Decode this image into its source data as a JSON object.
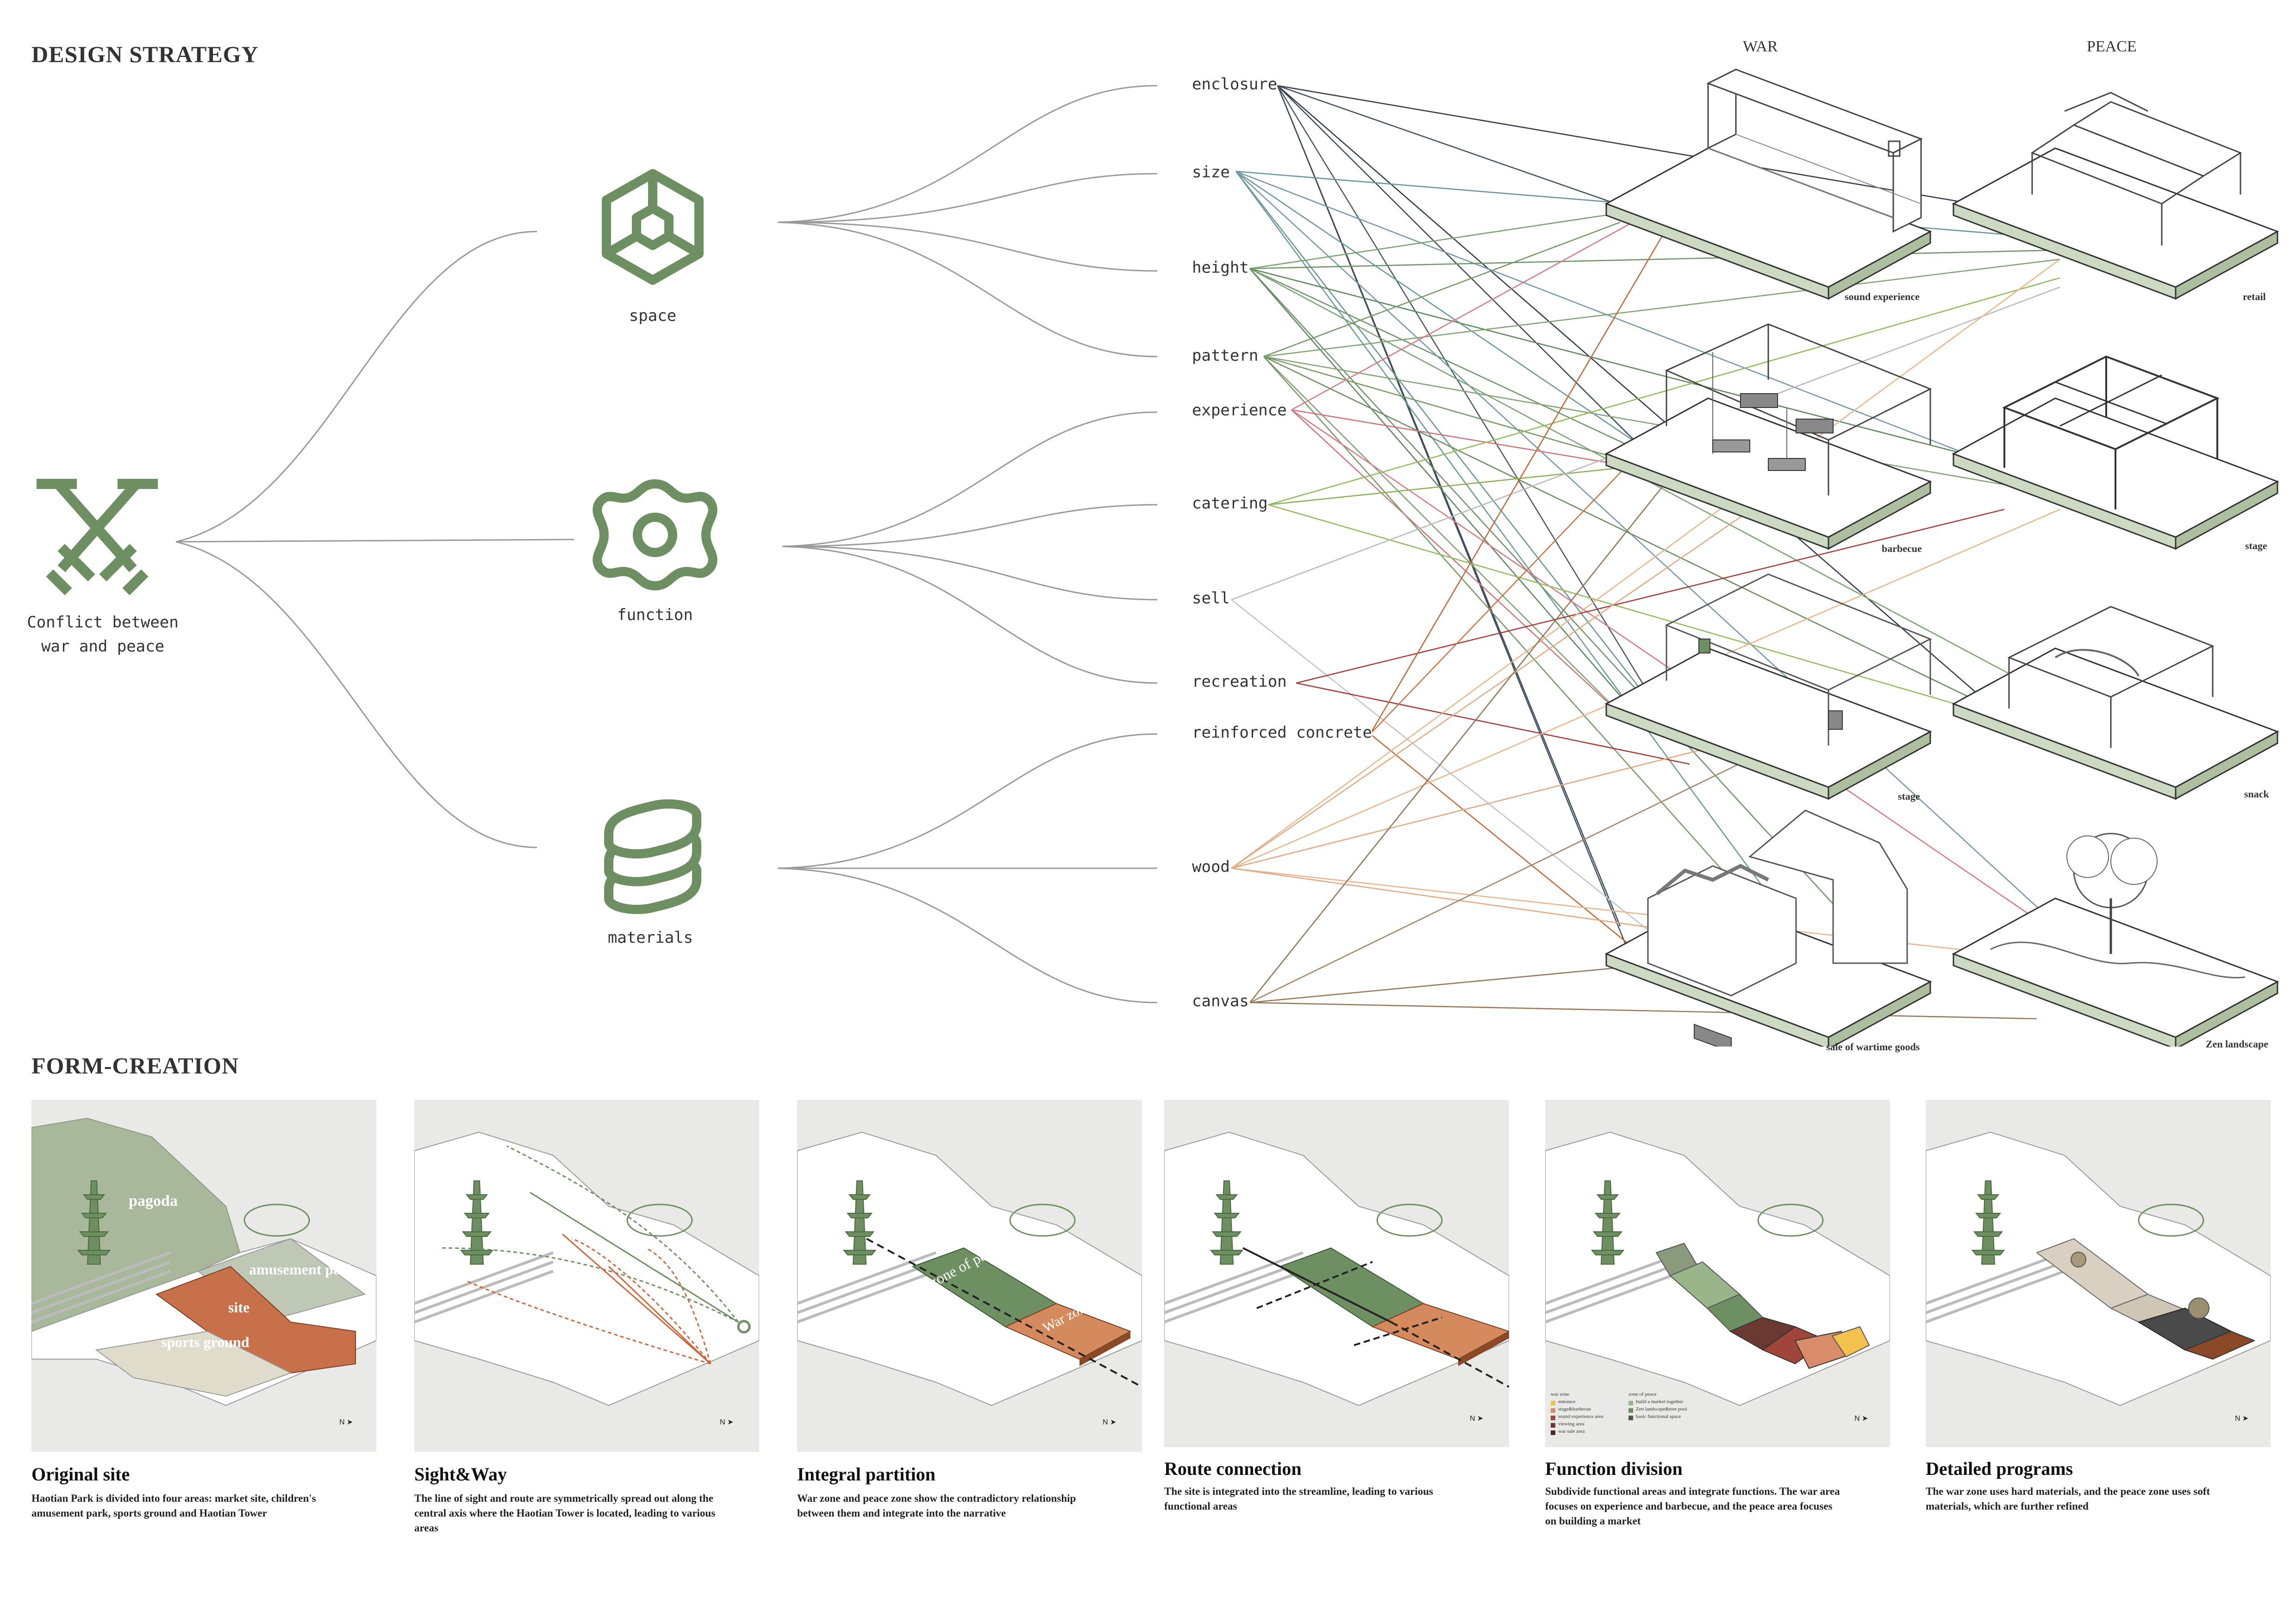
{
  "design_strategy": {
    "title": "DESIGN STRATEGY",
    "root_label_line1": "Conflict between",
    "root_label_line2": "war and peace",
    "categories": [
      {
        "label": "space",
        "icon": "hexagon-cube-icon"
      },
      {
        "label": "function",
        "icon": "gear-icon"
      },
      {
        "label": "materials",
        "icon": "layers-icon"
      }
    ],
    "attributes": [
      "enclosure",
      "size",
      "height",
      "pattern",
      "experience",
      "catering",
      "sell",
      "recreation",
      "reinforced concrete",
      "wood",
      "canvas"
    ],
    "war_header": "WAR",
    "peace_header": "PEACE",
    "war_programs": [
      "sound experience",
      "barbecue",
      "stage",
      "sale of wartime goods"
    ],
    "peace_programs": [
      "retail",
      "stage",
      "snack",
      "Zen landscape"
    ],
    "colors": {
      "accent_green": "#6e8f62",
      "war_orange": "#c9693f",
      "line_gray": "#8c8c8c"
    }
  },
  "form_creation": {
    "title": "FORM-CREATION",
    "panels": [
      {
        "title": "Original site",
        "desc_line1": "Haotian Park is divided into four areas: market site, children's",
        "desc_line2": "amusement park, sports ground and Haotian Tower",
        "desc_line3": "",
        "labels": [
          "pagoda",
          "amusement park",
          "site",
          "sports ground"
        ]
      },
      {
        "title": "Sight&Way",
        "desc_line1": "The line of sight and route are symmetrically spread out along the",
        "desc_line2": "central axis where the Haotian Tower is located, leading to various",
        "desc_line3": "areas",
        "labels": []
      },
      {
        "title": "Integral partition",
        "desc_line1": "War zone and peace zone show the contradictory relationship",
        "desc_line2": "between them and integrate into the narrative",
        "desc_line3": "",
        "labels": [
          "zone of peace",
          "War zone"
        ]
      },
      {
        "title": "Route connection",
        "desc_line1": "The site is integrated into the streamline, leading to various",
        "desc_line2": "functional areas",
        "desc_line3": "",
        "labels": []
      },
      {
        "title": "Function division",
        "desc_line1": "Subdivide functional areas and integrate functions. The war area",
        "desc_line2": "focuses on experience and barbecue, and the peace area focuses",
        "desc_line3": "on building a market",
        "labels": []
      },
      {
        "title": "Detailed programs",
        "desc_line1": "The war zone uses hard materials, and the peace zone uses soft",
        "desc_line2": "materials, which are further refined",
        "desc_line3": "",
        "labels": []
      }
    ],
    "legend": {
      "war_title": "war zone",
      "war_items": [
        "entrance",
        "stage&barbecue",
        "sound experience area",
        "viewing area",
        "war sale area"
      ],
      "peace_title": "zone of peace",
      "peace_items": [
        "build a market together",
        "Zen landscape&tree pool",
        "basic functional space"
      ]
    },
    "north_label": "N"
  }
}
